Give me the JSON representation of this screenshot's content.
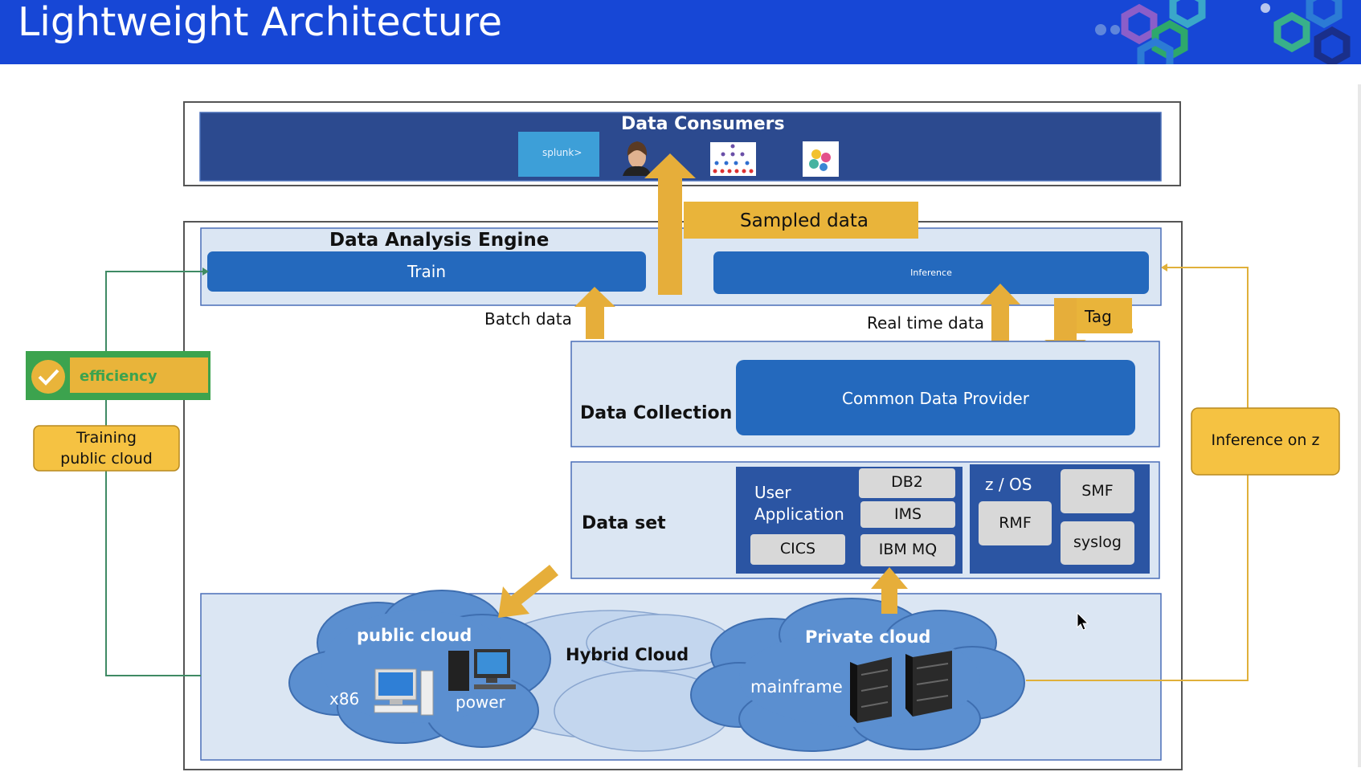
{
  "header": {
    "title": "Lightweight Architecture"
  },
  "consumers": {
    "title": "Data Consumers",
    "splunk_label": "splunk>"
  },
  "engine": {
    "title": "Data Analysis Engine",
    "train": "Train",
    "inference": "Inference"
  },
  "flows": {
    "sampled": "Sampled data",
    "batch": "Batch data",
    "realtime": "Real time data",
    "tag": "Tag"
  },
  "collection": {
    "title": "Data Collection",
    "cdp": "Common Data Provider"
  },
  "dataset": {
    "title": "Data set",
    "user_app_line1": "User",
    "user_app_line2": "Application",
    "db2": "DB2",
    "ims": "IMS",
    "cics": "CICS",
    "ibmmq": "IBM MQ",
    "zos": "z / OS",
    "smf": "SMF",
    "rmf": "RMF",
    "syslog": "syslog"
  },
  "clouds": {
    "public": "public cloud",
    "x86": "x86",
    "power": "power",
    "hybrid": "Hybrid Cloud",
    "private": "Private cloud",
    "mainframe": "mainframe"
  },
  "left": {
    "efficiency": "efficiency",
    "training_line1": "Training",
    "training_line2": "public cloud"
  },
  "right": {
    "inference_z": "Inference on z"
  },
  "colors": {
    "header": "#1747d6",
    "consumer_band": "#2c4a8f",
    "engine_bg": "#dbe6f3",
    "blue_box": "#2469bd",
    "dark_blue": "#2b55a3",
    "gold": "#e9b43a",
    "arrow_gold": "#e6ae3a",
    "grey_cell": "#d8d8d8",
    "cloud": "#5b8fd0",
    "green": "#3ca34e"
  }
}
